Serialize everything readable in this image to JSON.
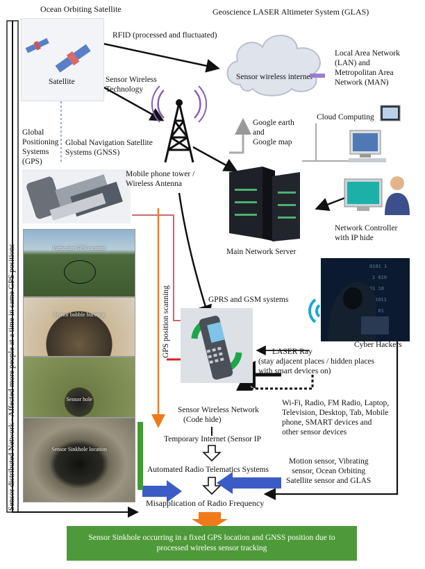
{
  "labels": {
    "ocean_satellite": "Ocean Orbiting Satellite",
    "glas": "Geoscience LASER Altimeter System (GLAS)",
    "satellite": "Satellite",
    "rfid": "RFID (processed and fluctuated)",
    "sensor_wireless_internet": "Sensor wireless internet",
    "lan_man": [
      "Local Area Network",
      "(LAN) and",
      "Metropolitan Area",
      "Network (MAN)"
    ],
    "sensor_wireless_tech": [
      "Sensor Wireless",
      "Technology"
    ],
    "gps": [
      "Global",
      "Positioning",
      "Systems",
      "(GPS)"
    ],
    "gnss": [
      "Global Navigation Satellite",
      "Systems (GNSS)"
    ],
    "google": [
      "Google earth",
      "and",
      "Google map"
    ],
    "cloud": "Cloud Computing",
    "tower": [
      "Mobile phone tower /",
      "Wireless Antenna"
    ],
    "main_server": "Main Network Server",
    "network_controller": [
      "Network Controller",
      "with IP hide"
    ],
    "particular_gps": "Particular GPS location",
    "sensor_bubble": "Sensor bubble bursting",
    "sensor_hole": "Sensor hole",
    "sensor_sinkhole": "Sensor Sinkhole location",
    "gps_scanning": "GPS position scanning",
    "gprs_gsm": "GPRS and GSM systems",
    "cyber_hackers": "Cyber Hackers",
    "laser_ray": "LASER Ray",
    "stay_adjacent": [
      "(stay adjacent places / hidden places",
      "with smart devices on)"
    ],
    "sensor_wireless_network": [
      "Sensor Wireless Network",
      "(Code hide)"
    ],
    "devices": [
      "Wi-Fi, Radio, FM Radio, Laptop,",
      "Television, Desktop, Tab, Mobile",
      "phone, SMART devices and",
      "other sensor devices"
    ],
    "temporary_internet": "Temporary Internet (Sensor IP",
    "motion_sensor": [
      "Motion sensor, Vibrating",
      "sensor, Ocean Orbiting",
      "Satellite sensor and GLAS"
    ],
    "automated_radio": "Automated Radio Telematics Systems",
    "misapplication": "Misapplication of Radio Frequency",
    "vertical_network": "Sensor distributed Network - Affected more people at a time in same GPS positions",
    "footer": "Sensor Sinkhole occurring in a fixed GPS location and GNSS position due to processed wireless sensor tracking"
  },
  "colors": {
    "footer_bg": "#4e9a3a",
    "orange_arrow": "#f07a1a",
    "blue_arrow": "#3b5cc4",
    "red_arrow": "#d62020",
    "green_bar": "#3aa02a"
  }
}
